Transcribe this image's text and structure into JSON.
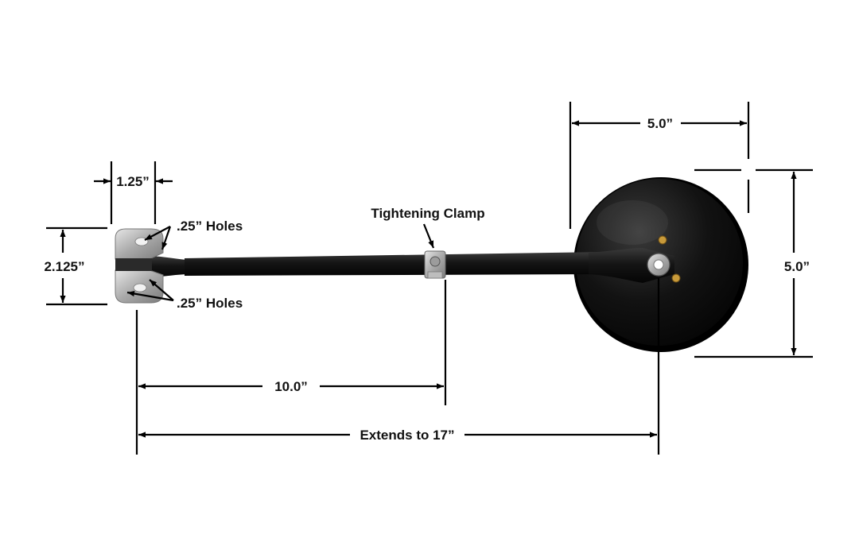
{
  "diagram": {
    "labels": {
      "bracket_width": "1.25”",
      "holes_top": ".25” Holes",
      "holes_bottom": ".25” Holes",
      "bracket_height": "2.125”",
      "clamp": "Tightening Clamp",
      "arm_length": "10.0”",
      "extends": "Extends to 17”",
      "mirror_width": "5.0”",
      "mirror_height": "5.0”"
    },
    "colors": {
      "mirror": "#0b0b0b",
      "arm": "#141414",
      "bracket": "#b9b9b9",
      "clamp": "#cfcfcf",
      "dimension_lines": "#000000"
    },
    "icons": [
      "mirror-head",
      "mounting-bracket",
      "tightening-clamp",
      "pivot-bolt"
    ]
  }
}
